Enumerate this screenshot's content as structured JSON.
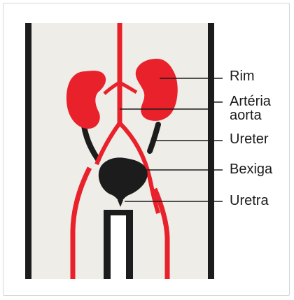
{
  "colors": {
    "background": "#efede8",
    "body_outline": "#1c1c1c",
    "vessels": "#e8212a",
    "organs_dark": "#1c1c1c",
    "leader_lines": "#1c1c1c",
    "label_text": "#1a1a1a"
  },
  "labels": {
    "kidney": "Rim",
    "aorta_line1": "Artéria",
    "aorta_line2": "aorta",
    "ureter": "Ureter",
    "bladder": "Bexiga",
    "urethra": "Uretra"
  }
}
